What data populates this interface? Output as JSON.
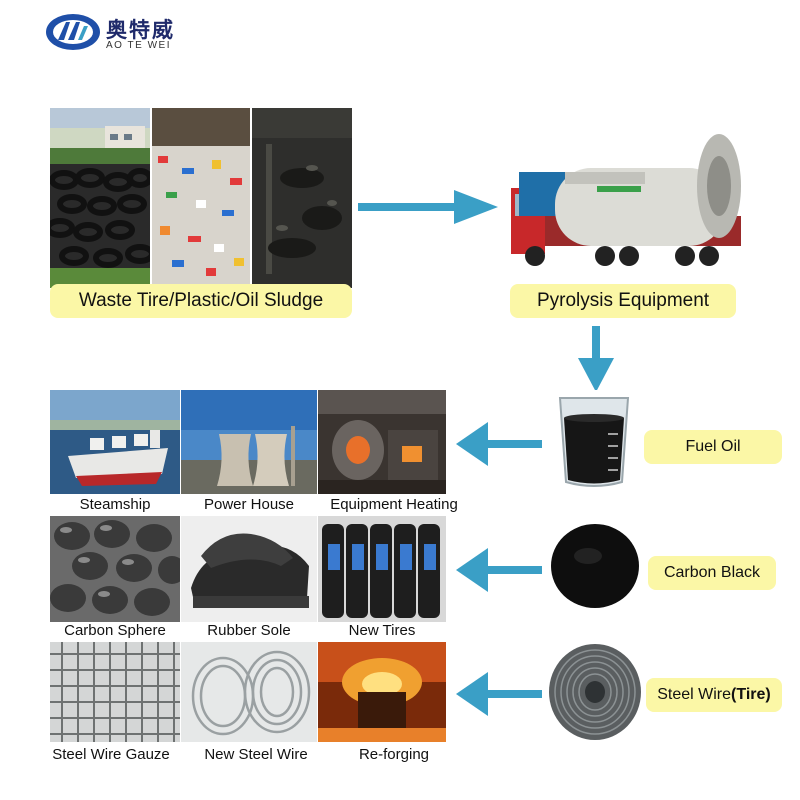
{
  "brand": {
    "name_cn": "奥特威",
    "name_en": "AO TE WEI"
  },
  "input": {
    "label": "Waste Tire/Plastic/Oil Sludge"
  },
  "process": {
    "label": "Pyrolysis Equipment"
  },
  "products": [
    {
      "label": "Fuel Oil",
      "uses": [
        "Steamship",
        "Power House",
        "Equipment Heating"
      ]
    },
    {
      "label": "Carbon Black",
      "uses": [
        "Carbon Sphere",
        "Rubber Sole",
        "New Tires"
      ]
    },
    {
      "label": "Steel Wire",
      "label_suffix": "(Tire)",
      "uses": [
        "Steel Wire Gauze",
        "New Steel Wire",
        "Re-forging"
      ]
    }
  ],
  "colors": {
    "arrow": "#3a9fc6",
    "label_bg": "#fbf7a6",
    "brand": "#1f2a6b"
  }
}
